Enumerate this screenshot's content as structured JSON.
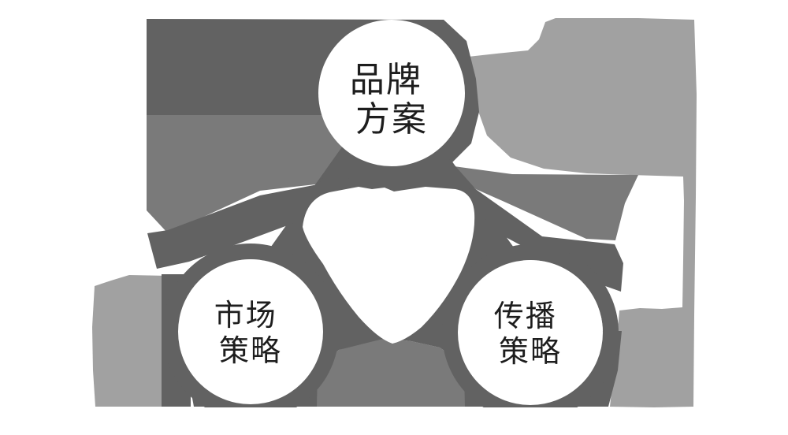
{
  "diagram": {
    "type": "cycle-diagram",
    "background": "#ffffff",
    "colors": {
      "dark_segment": "#626262",
      "medium_segment": "#7a7a7a",
      "light_segment": "#a1a1a1",
      "node_fill": "#ffffff",
      "label_text": "#1d1d1d"
    },
    "nodes": [
      {
        "id": "brand-plan",
        "label": "品牌方案",
        "line1": "品牌",
        "line2": "方案"
      },
      {
        "id": "market-strategy",
        "label": "市场策略",
        "line1": "市场",
        "line2": "策略"
      },
      {
        "id": "communication-strategy",
        "label": "传播策略",
        "line1": "传播",
        "line2": "策略"
      }
    ]
  }
}
